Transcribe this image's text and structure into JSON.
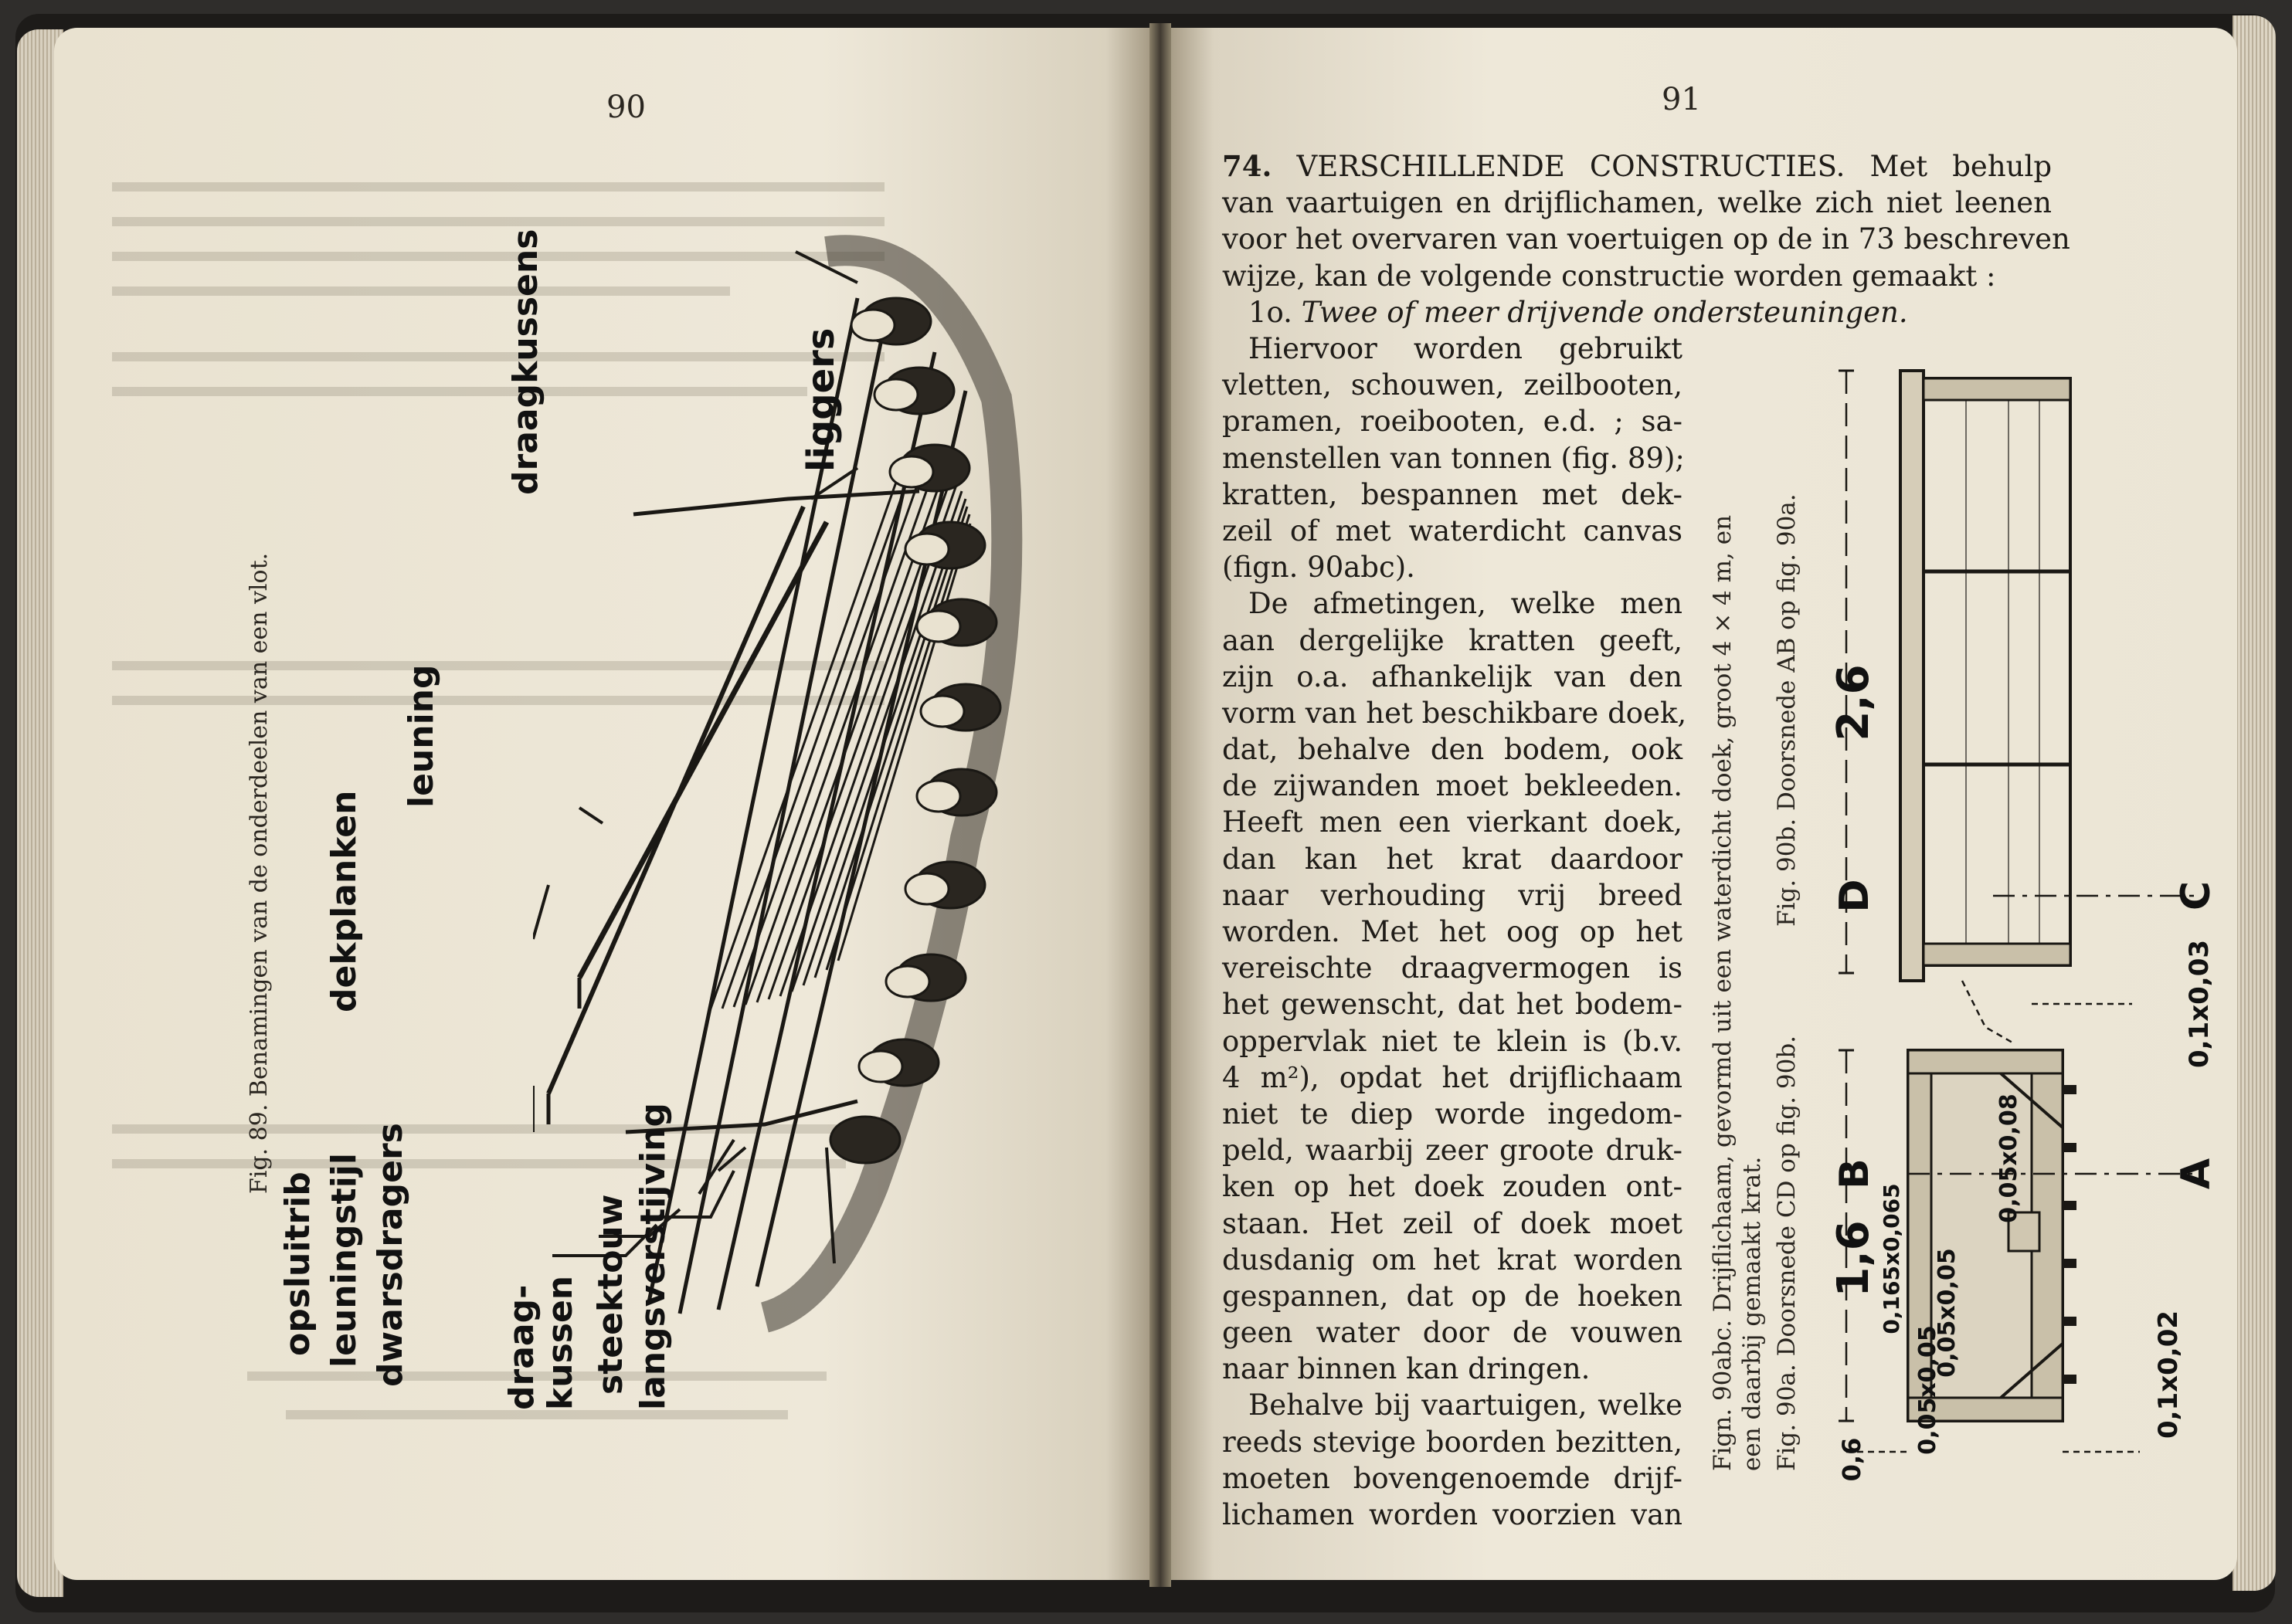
{
  "left_page": {
    "page_number": "90",
    "caption": "Fig. 89.  Benamingen van de onderdeelen van een vlot.",
    "illustration_labels": {
      "opsluitrib": "opsluitrib",
      "leuningstijl": "leuningstijl",
      "dwarsdragers": "dwarsdragers",
      "draagkussen_1": "draag-",
      "draagkussen_2": "kussen",
      "steektouw": "steektouw",
      "langsverstijving": "langsverstijving",
      "dekplanken": "dekplanken",
      "leuning": "leuning",
      "draagkussens": "draagkussens",
      "liggers": "liggers"
    }
  },
  "right_page": {
    "page_number": "91",
    "section_number": "74.",
    "heading_lines": [
      "VERSCHILLENDE  CONSTRUCTIES.  Met  behulp",
      "van  vaartuigen  en  drijflichamen,  welke  zich  niet  leenen",
      "voor  het  overvaren  van  voertuigen  op  de  in  73  beschreven",
      "wijze,  kan  de  volgende  constructie  worden  gemaakt :"
    ],
    "subheading_num": "1o.",
    "subheading_text": "Twee of meer drijvende ondersteuningen.",
    "body_lines": [
      "Hiervoor  worden  gebruikt",
      "vletten,  schouwen,  zeilbooten,",
      "pramen,  roeibooten,  e.d. ;  sa-",
      "menstellen van tonnen (fig. 89);",
      "kratten,  bespannen  met  dek-",
      "zeil  of  met  waterdicht  canvas",
      "(fign. 90abc).",
      "De  afmetingen,  welke  men",
      "aan  dergelijke  kratten  geeft,",
      "zijn  o.a.  afhankelijk  van  den",
      "vorm van het beschikbare doek,",
      "dat,  behalve  den  bodem,  ook",
      "de zijwanden moet bekleeden.",
      "Heeft  men  een  vierkant  doek,",
      "dan  kan  het  krat  daardoor",
      "naar  verhouding  vrij  breed",
      "worden.  Met  het  oog  op  het",
      "vereischte  draagvermogen  is",
      "het gewenscht, dat het bodem-",
      "oppervlak  niet  te  klein  is (b.v.",
      "4 m²),  opdat het drijflichaam",
      "niet  te  diep  worde  ingedom-",
      "peld,  waarbij  zeer  groote  druk-",
      "ken  op  het  doek  zouden  ont-",
      "staan.  Het  zeil  of  doek  moet",
      "dusdanig  om  het  krat  worden",
      "gespannen,  dat  op  de  hoeken",
      "geen  water  door  de  vouwen",
      "naar  binnen  kan  dringen.",
      "Behalve bij vaartuigen, welke",
      "reeds stevige boorden bezitten,",
      "moeten  bovengenoemde  drijf-",
      "lichamen  worden  voorzien  van"
    ],
    "rotated_caption_1a": "Fign. 90abc. Drijflichaam, gevormd uit een waterdicht doek, groot 4 × 4 m, en",
    "rotated_caption_1b": "een daarbij gemaakt krat.",
    "rotated_caption_2a": "Fig. 90a.  Doorsnede CD op fig. 90b.",
    "rotated_caption_2b": "Fig. 90b.  Doorsnede AB op fig. 90a.",
    "drawing_labels": {
      "dim_26": "2,6",
      "dim_16": "1,6",
      "label_D": "D",
      "label_C": "C",
      "label_B": "B",
      "label_A": "A",
      "m_0103": "0,1x0,03",
      "m_0508": "0,05x0,08",
      "m_16500065": "0,165x0,065",
      "m_0505a": "0,05x0,05",
      "m_0505b": "0,05x0,05",
      "m_0102": "0,1x0,02",
      "m_06": "0,6"
    }
  }
}
